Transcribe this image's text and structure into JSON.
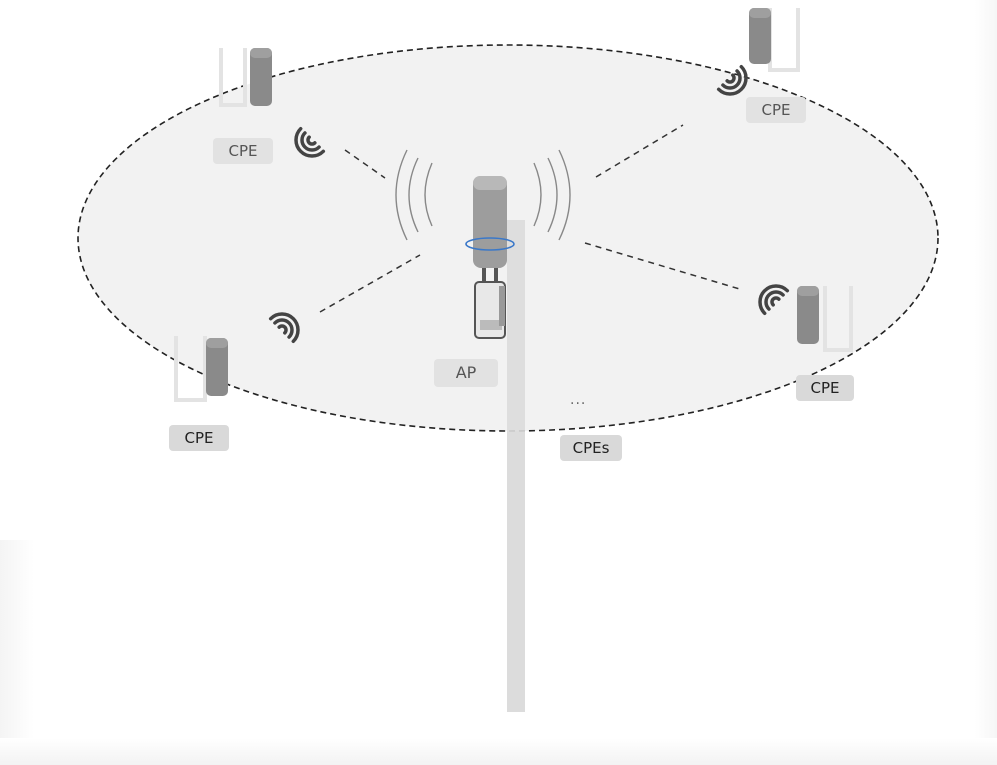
{
  "labels": {
    "cpe_top_left": "CPE",
    "cpe_top_right": "CPE",
    "cpe_bottom_left": "CPE",
    "cpe_right": "CPE",
    "ap": "AP",
    "more_dots": "...",
    "cpes": "CPEs"
  },
  "colors": {
    "coverage_fill": "#f0f0f0",
    "dashed_line": "#222222",
    "device_body": "#9a9a9a",
    "label_bg": "#d9d9d9",
    "pole": "#dcdcdc",
    "ring_accent": "#3a78c9"
  },
  "icons": [
    "access-point-icon",
    "cpe-device-icon",
    "wifi-signal-icon"
  ]
}
